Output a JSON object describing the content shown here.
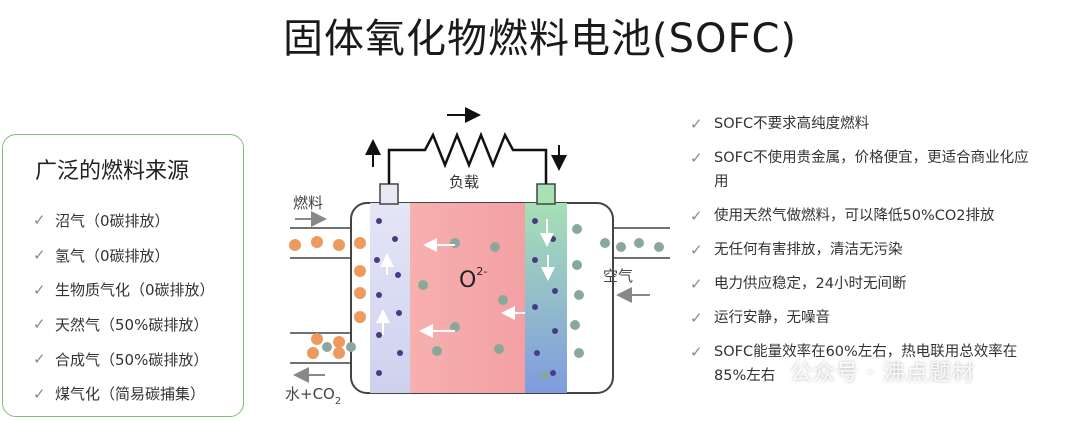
{
  "title": "固体氧化物燃料电池(SOFC)",
  "sources": {
    "heading": "广泛的燃料来源",
    "items": [
      "沼气（0碳排放）",
      "氢气（0碳排放）",
      "生物质气化（0碳排放）",
      "天然气（50%碳排放）",
      "合成气（50%碳排放）",
      "煤气化（简易碳捕集）"
    ]
  },
  "diagram": {
    "fuel_label": "燃料",
    "load_label": "负载",
    "ion_label": "O",
    "ion_charge": "2-",
    "air_label": "空气",
    "exhaust_label": "水+CO",
    "exhaust_sub": "2",
    "colors": {
      "anode": "#d9dcf0",
      "electrolyte": "#f4a6a6",
      "cathode": "#8fa8e0",
      "fuel_dot": "#ee9a5e",
      "air_dot": "#8aa89a",
      "ion_dot": "#4a3a86"
    }
  },
  "benefits": [
    "SOFC不要求高纯度燃料",
    "SOFC不使用贵金属，价格便宜，更适合商业化应用",
    "使用天然气做燃料，可以降低50%CO2排放",
    "无任何有害排放，清洁无污染",
    "电力供应稳定，24小时无间断",
    "运行安静，无噪音",
    "SOFC能量效率在60%左右，热电联用总效率在85%左右"
  ],
  "watermark": "公众号 · 沸点题材"
}
